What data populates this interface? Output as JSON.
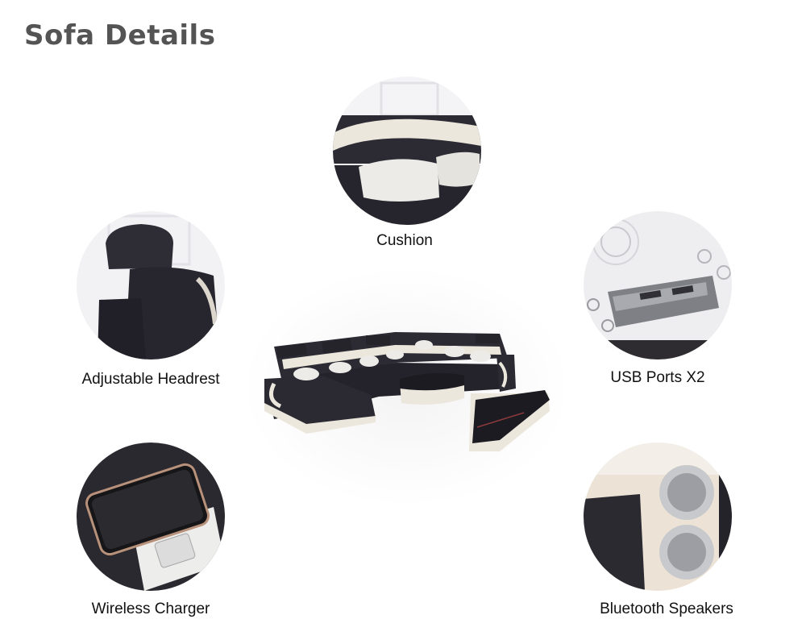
{
  "page": {
    "title": "Sofa Details"
  },
  "details": [
    {
      "id": "cushion",
      "label": "Cushion"
    },
    {
      "id": "adjustable-headrest",
      "label": "Adjustable Headrest"
    },
    {
      "id": "usb-ports",
      "label": "USB Ports X2"
    },
    {
      "id": "wireless-charger",
      "label": "Wireless Charger"
    },
    {
      "id": "bluetooth-speakers",
      "label": "Bluetooth Speakers"
    }
  ],
  "colors": {
    "title": "#545454",
    "fabric": "#2b2a33",
    "leather": "#efe9df",
    "caption": "#111111"
  }
}
